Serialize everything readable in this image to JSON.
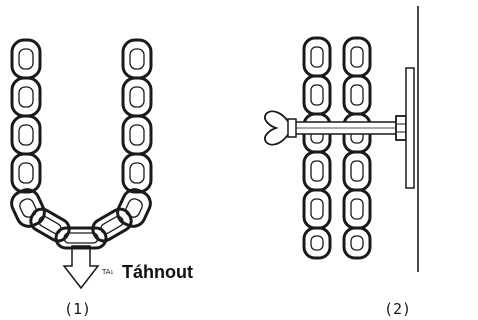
{
  "panel1": {
    "caption": "(1)",
    "arrow_tag": "TA₁",
    "pull_label": "Táhnout"
  },
  "panel2": {
    "caption": "(2)"
  }
}
